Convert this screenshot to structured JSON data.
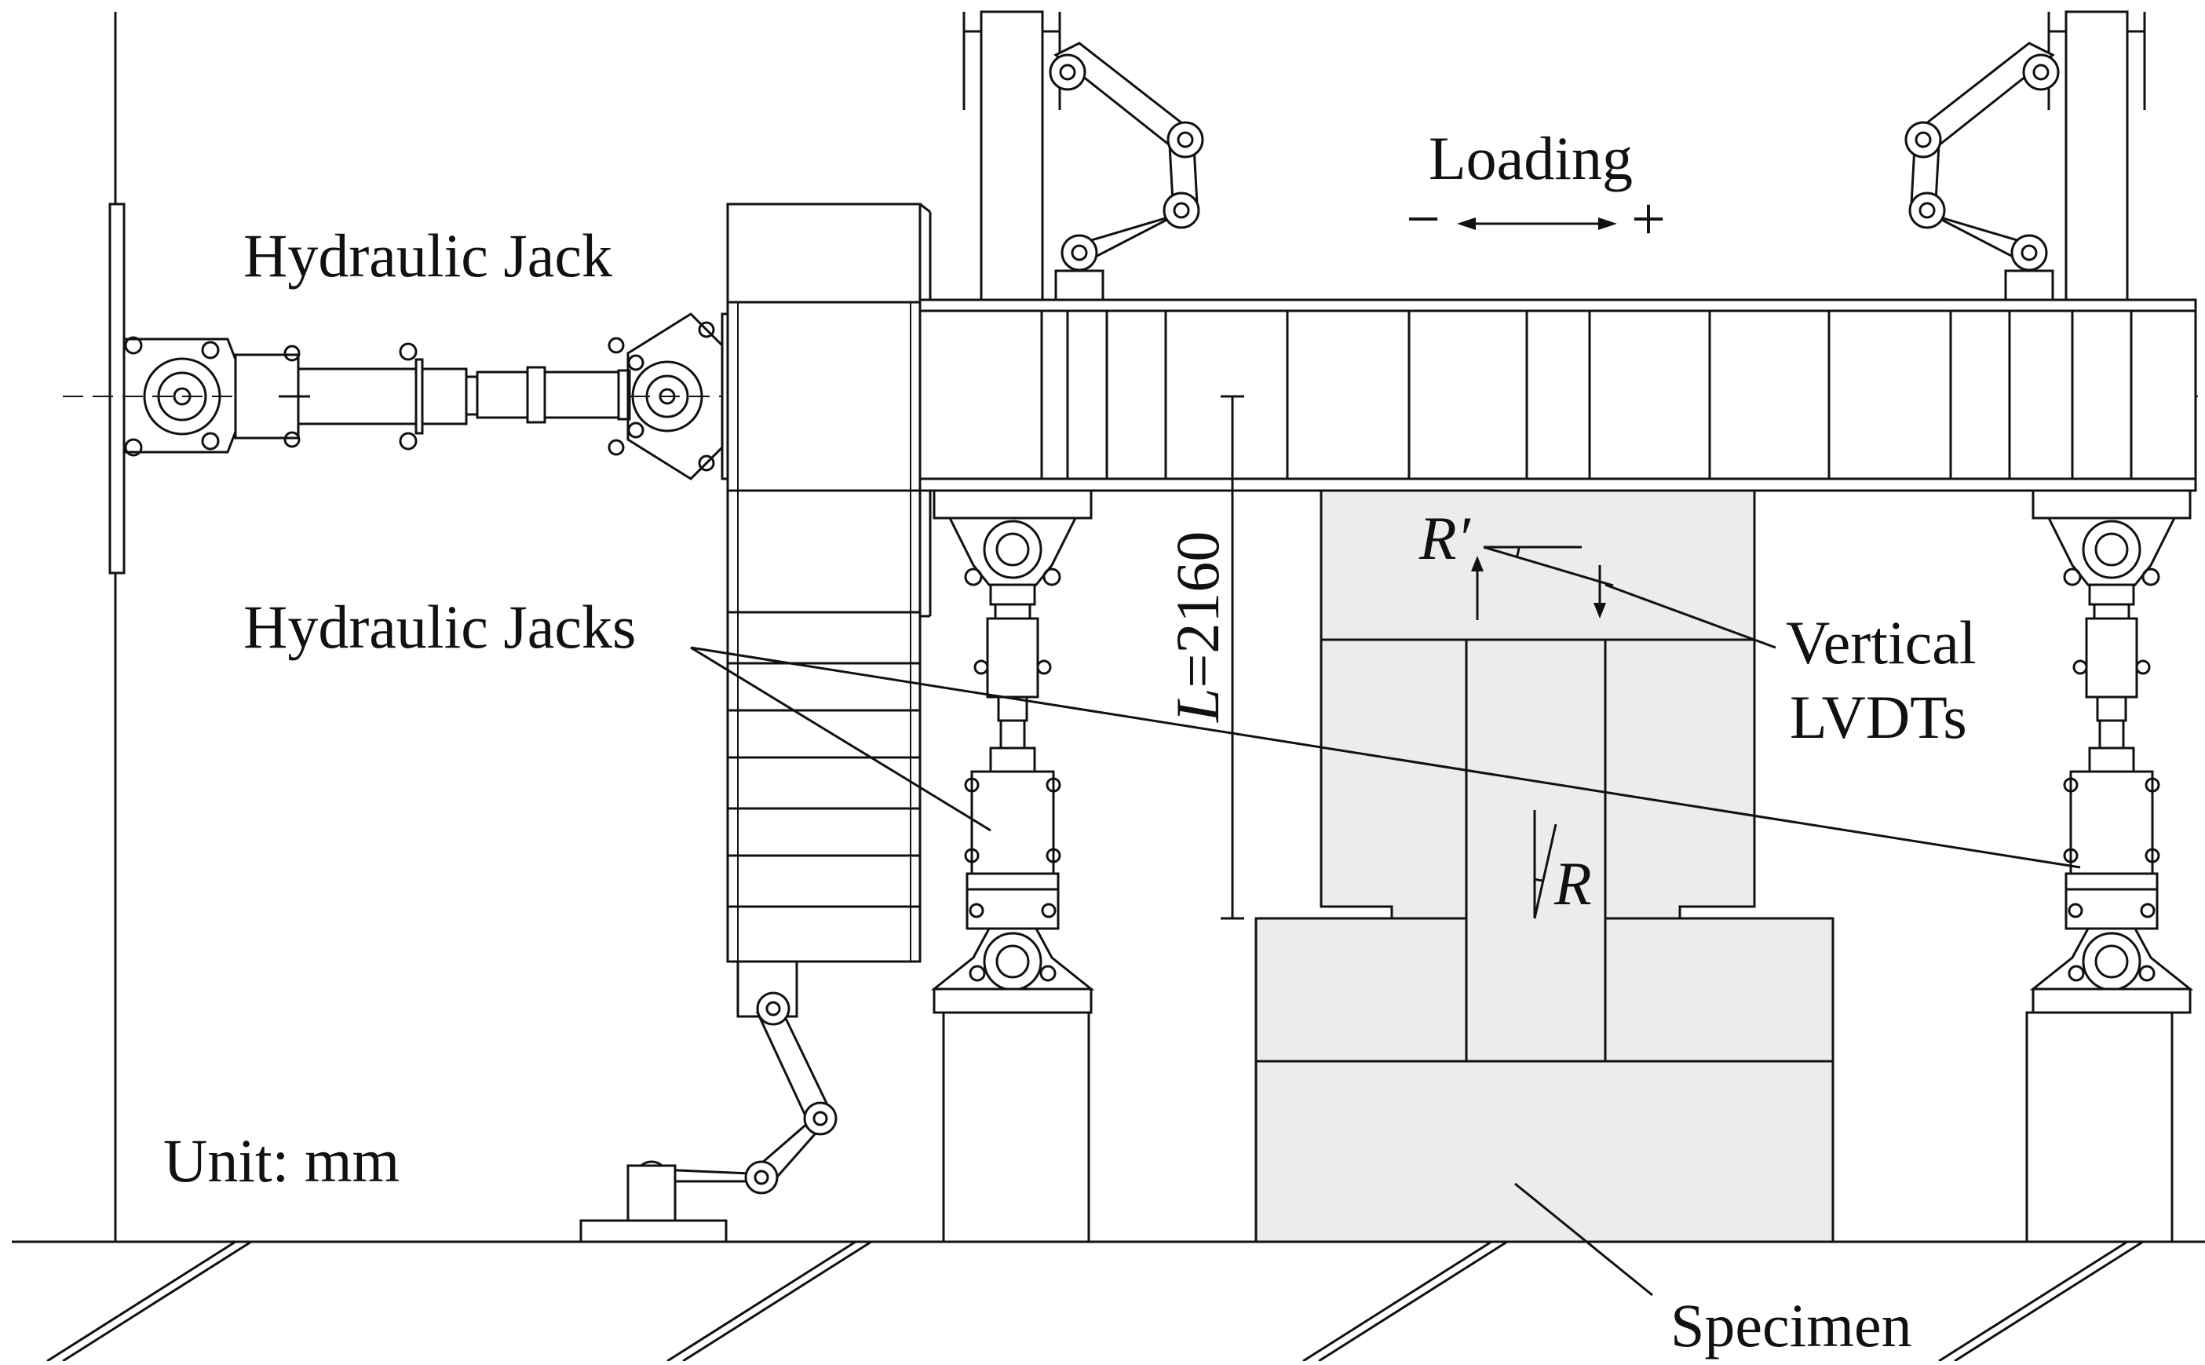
{
  "labels": {
    "hydraulic_jack": "Hydraulic Jack",
    "hydraulic_jacks": "Hydraulic Jacks",
    "loading": "Loading",
    "loading_minus": "−",
    "loading_plus": "+",
    "dimension_l_symbol": "L",
    "dimension_l_value": "=2160",
    "r_prime": "R′",
    "r": "R",
    "vertical": "Vertical",
    "lvdts": "LVDTs",
    "unit": "Unit: mm",
    "specimen": "Specimen"
  },
  "colors": {
    "line": "#111111",
    "specimen_fill": "#ececec",
    "background": "#ffffff"
  }
}
